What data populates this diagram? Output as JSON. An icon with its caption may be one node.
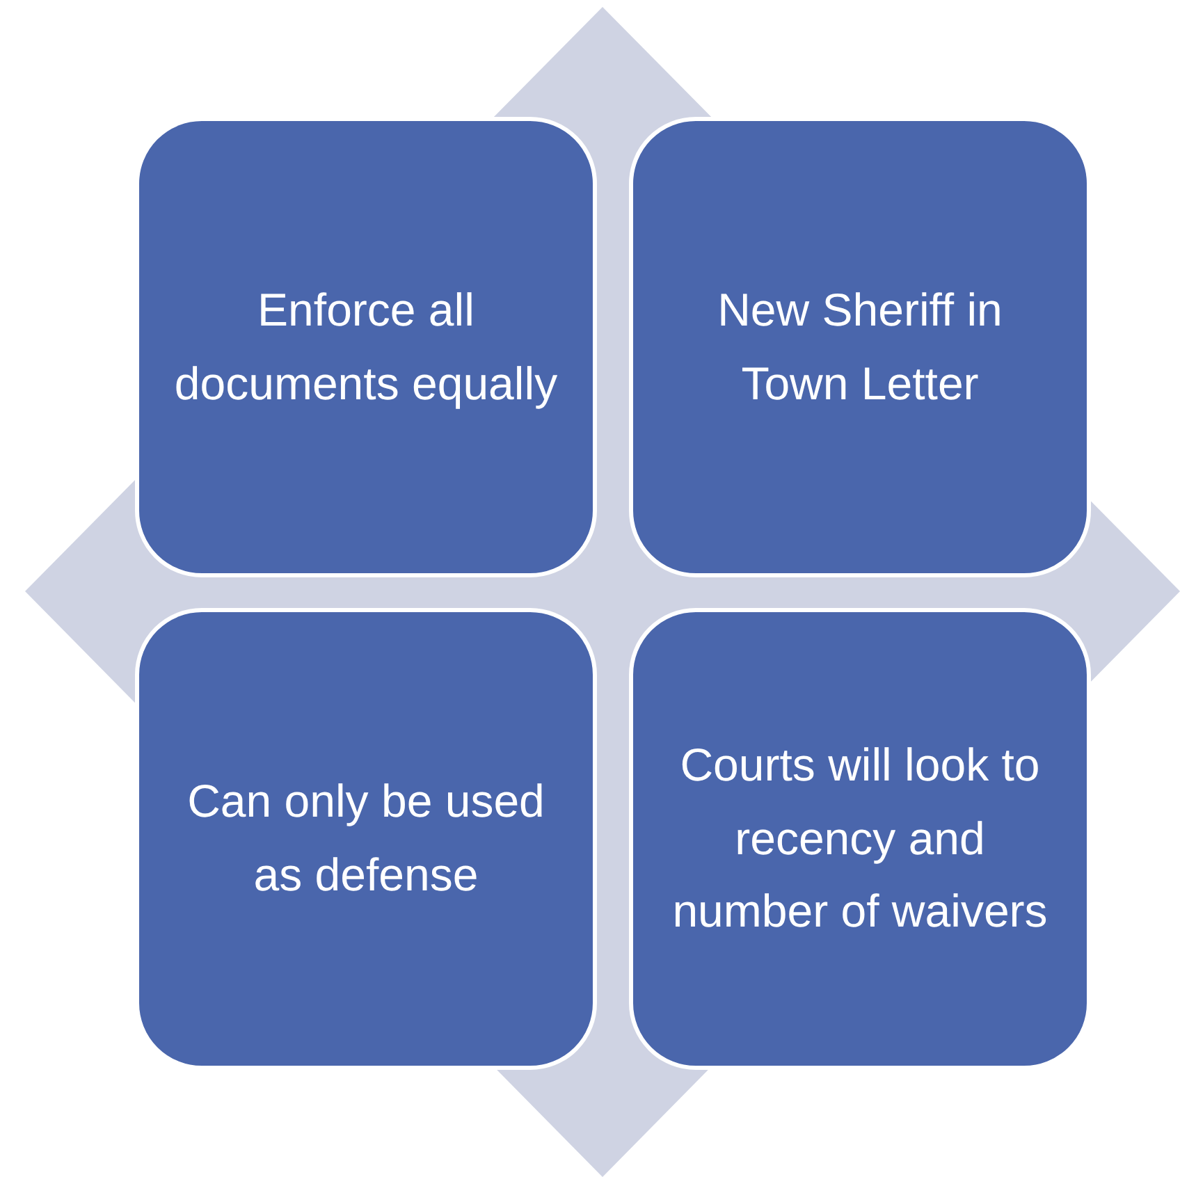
{
  "diagram": {
    "nodes": [
      {
        "text": [
          "Enforce all documents equally"
        ]
      },
      {
        "text": [
          "New Sheriff in Town Letter"
        ]
      },
      {
        "text": [
          "Can only be used as defense"
        ]
      },
      {
        "text": [
          "Courts will look to recency and number of waivers"
        ]
      }
    ]
  }
}
